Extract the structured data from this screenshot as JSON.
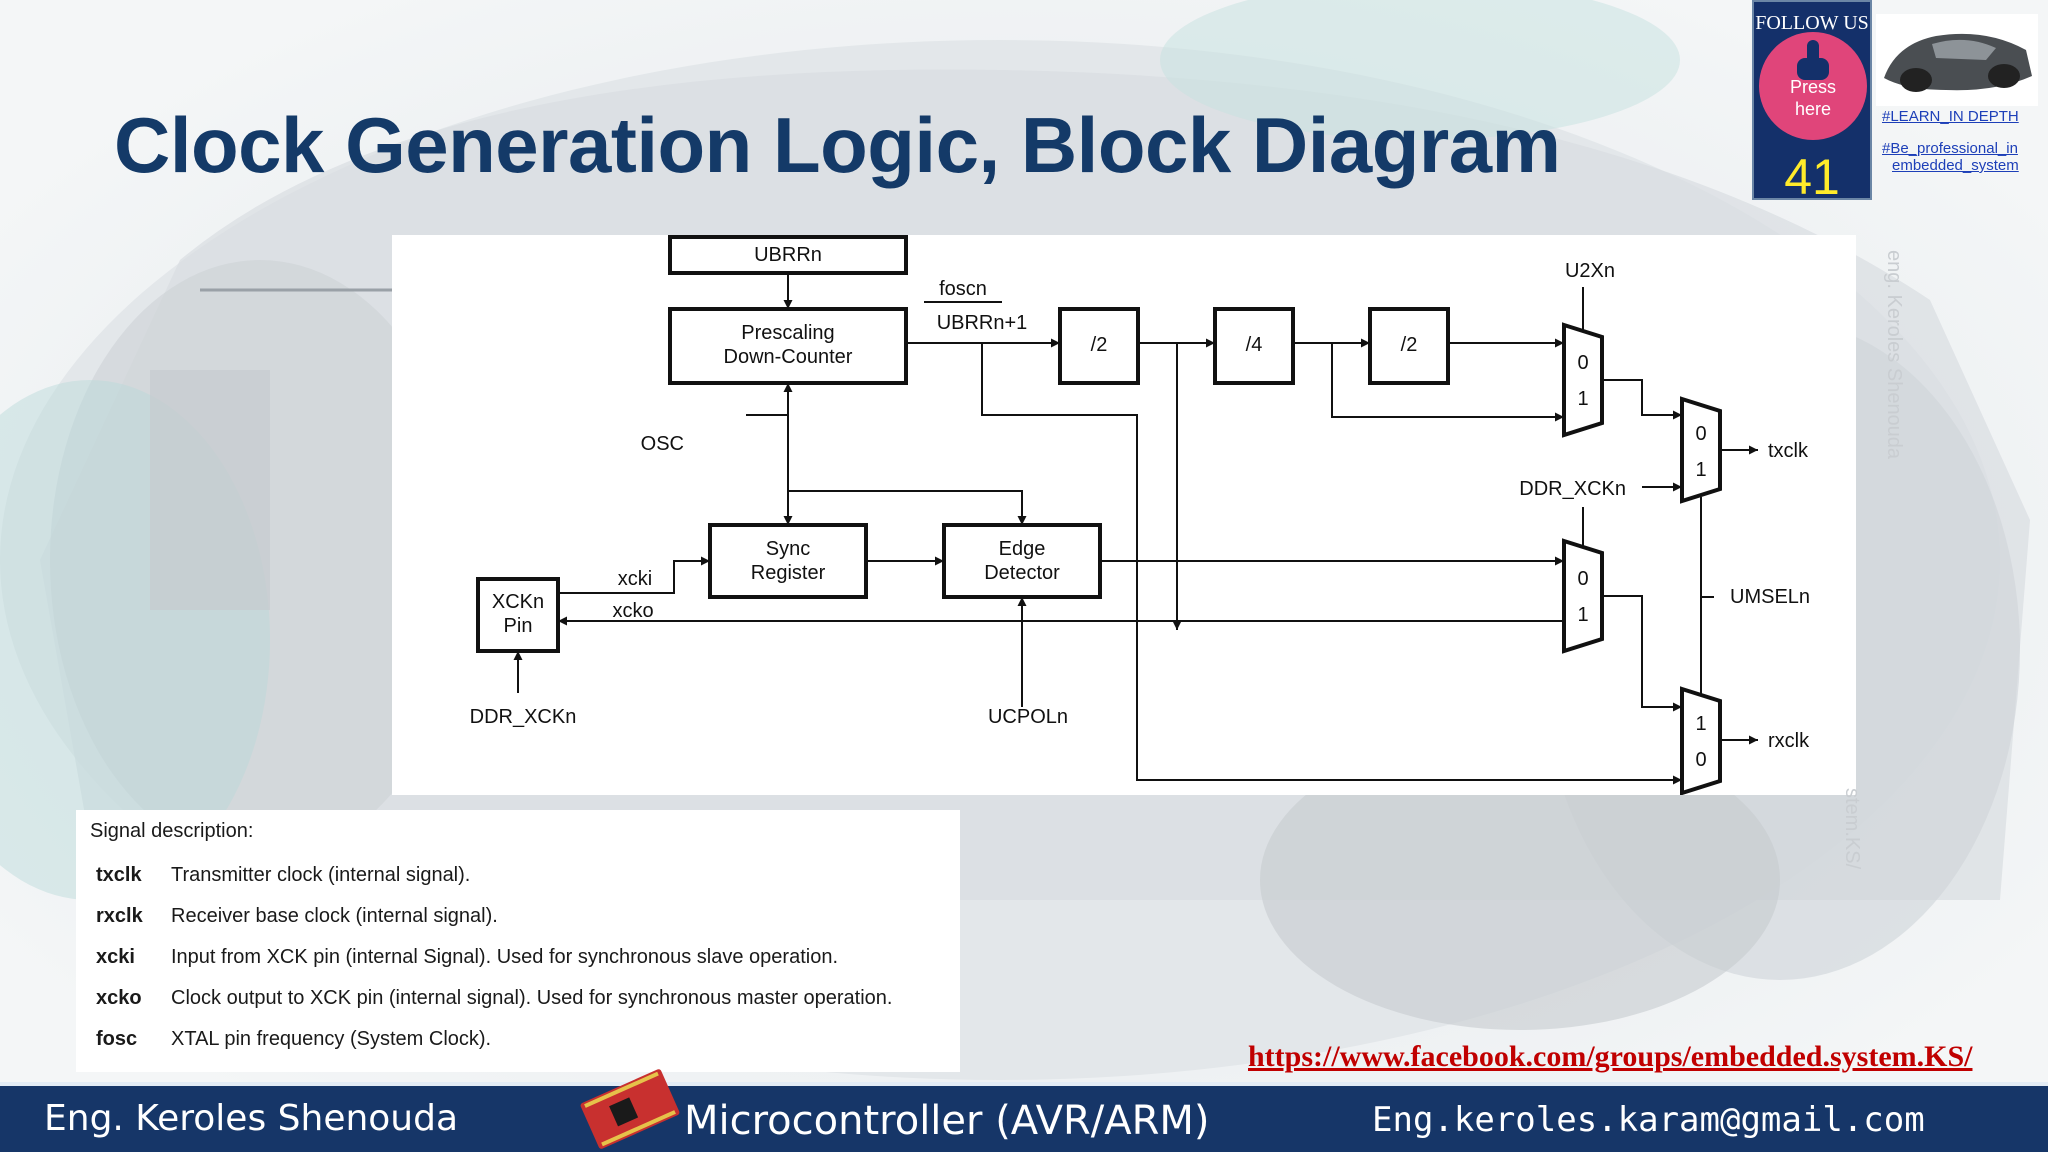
{
  "slide": {
    "title": "Clock Generation Logic, Block Diagram",
    "accent_color": "#143a68"
  },
  "badge": {
    "follow_label": "FOLLOW US",
    "press_label": "Press\nhere",
    "count": "41",
    "tags": [
      "#LEARN_IN DEPTH",
      "#Be_professional_in",
      "embedded_system"
    ]
  },
  "watermark": {
    "vertical_text": "eng. Keroles Shenouda",
    "partial_text": "stem.KS/"
  },
  "diagram": {
    "blocks": {
      "ubrr": "UBRRn",
      "prescaling": [
        "Prescaling",
        "Down-Counter"
      ],
      "div2a": "/2",
      "div4": "/4",
      "div2b": "/2",
      "sync": [
        "Sync",
        "Register"
      ],
      "edge": [
        "Edge",
        "Detector"
      ],
      "xckpin": [
        "XCKn",
        "Pin"
      ]
    },
    "labels": {
      "foscn": "foscn",
      "ubrrn1": "UBRRn+1",
      "osc": "OSC",
      "u2xn": "U2Xn",
      "ddr_xckn_top": "DDR_XCKn",
      "ddr_xckn_bottom": "DDR_XCKn",
      "xcki": "xcki",
      "xcko": "xcko",
      "ucpoln": "UCPOLn",
      "umseln": "UMSELn",
      "txclk": "txclk",
      "rxclk": "rxclk"
    },
    "mux_inputs": {
      "mux1": [
        "0",
        "1"
      ],
      "mux2": [
        "0",
        "1"
      ],
      "mux3": [
        "0",
        "1"
      ],
      "mux4": [
        "1",
        "0"
      ]
    }
  },
  "signals": {
    "heading": "Signal description:",
    "items": [
      {
        "term": "txclk",
        "desc": "Transmitter clock (internal signal)."
      },
      {
        "term": "rxclk",
        "desc": "Receiver base clock (internal signal)."
      },
      {
        "term": "xcki",
        "desc": "Input from XCK pin (internal Signal). Used for synchronous slave operation."
      },
      {
        "term": "xcko",
        "desc": "Clock output to XCK pin (internal signal). Used for synchronous master operation."
      },
      {
        "term": "fosc",
        "desc": "XTAL pin frequency (System Clock)."
      }
    ]
  },
  "link": {
    "url_text": "https://www.facebook.com/groups/embedded.system.KS/"
  },
  "footer": {
    "author": "Eng. Keroles Shenouda",
    "course": "Microcontroller (AVR/ARM)",
    "email": "Eng.keroles.karam@gmail.com"
  }
}
